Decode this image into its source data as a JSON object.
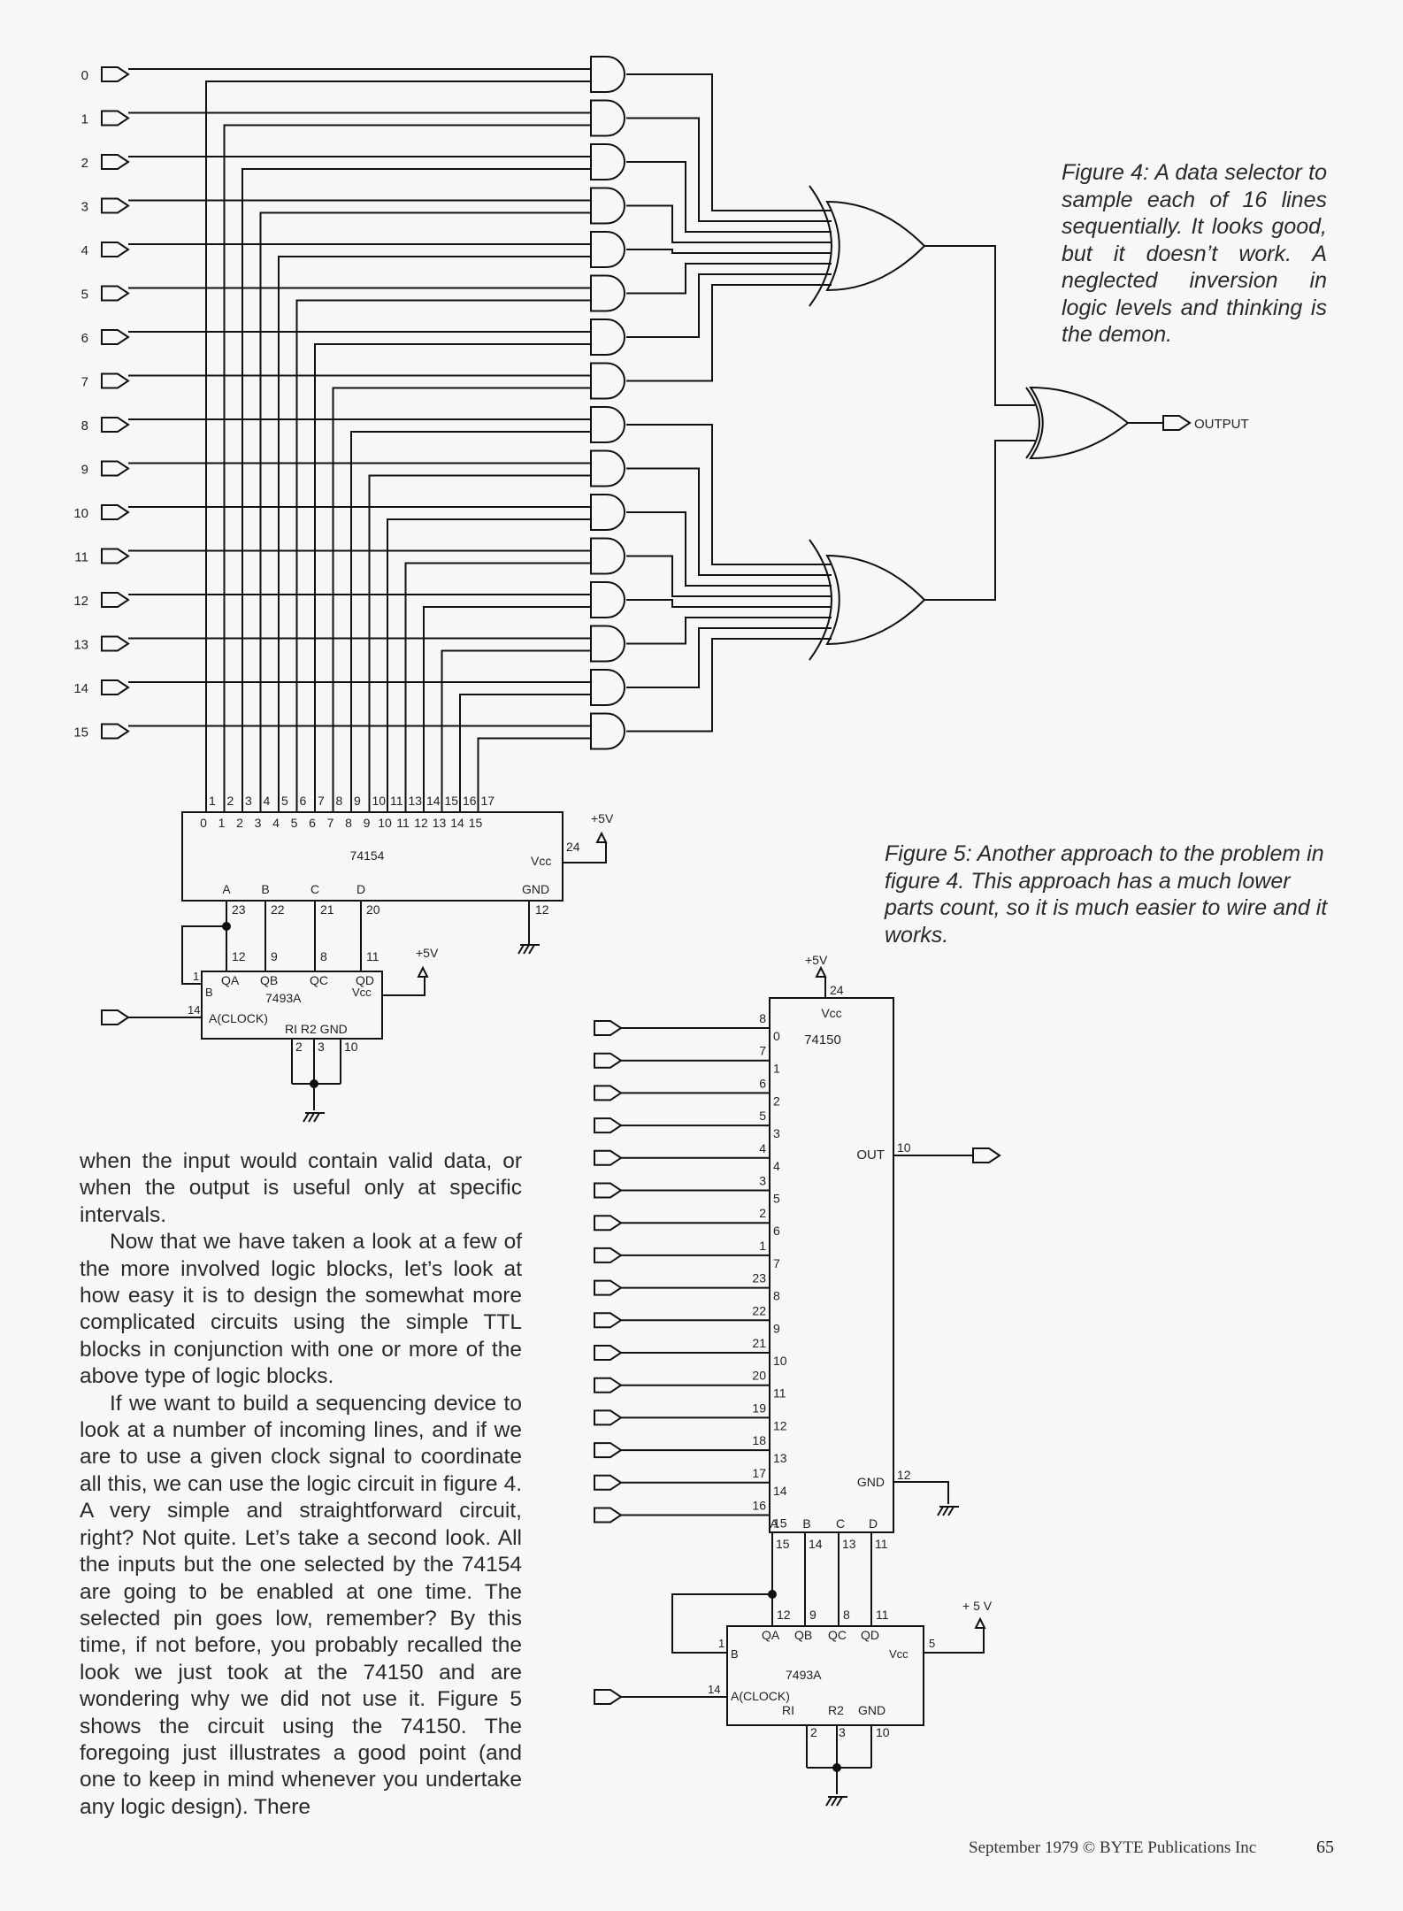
{
  "fig4": {
    "inputs": [
      "0",
      "1",
      "2",
      "3",
      "4",
      "5",
      "6",
      "7",
      "8",
      "9",
      "10",
      "11",
      "12",
      "13",
      "14",
      "15"
    ],
    "outputs_pins": [
      "1",
      "2",
      "3",
      "4",
      "5",
      "6",
      "7",
      "8",
      "9",
      "10",
      "11",
      "13",
      "14",
      "15",
      "16",
      "17"
    ],
    "decoder_outputs": [
      "0",
      "1",
      "2",
      "3",
      "4",
      "5",
      "6",
      "7",
      "8",
      "9",
      "10",
      "11",
      "12",
      "13",
      "14",
      "15"
    ],
    "ic_74154": {
      "name": "74154",
      "vcc": "Vcc",
      "vcc_pin": "24",
      "plus5": "+5V",
      "gnd": "GND",
      "gnd_pin": "12",
      "addr_labels": [
        "A",
        "B",
        "C",
        "D"
      ],
      "addr_pins": [
        "23",
        "22",
        "21",
        "20"
      ]
    },
    "ic_7493": {
      "name": "7493A",
      "pins_top": [
        "12",
        "9",
        "8",
        "11"
      ],
      "q_labels": [
        "QA",
        "QB",
        "QC",
        "QD"
      ],
      "b_label": "B",
      "b_pin": "1",
      "clock_label": "A(CLOCK)",
      "clock_pin": "14",
      "vcc": "Vcc",
      "r_label": "RI R2 GND",
      "r_pins": [
        "2",
        "3",
        "10"
      ],
      "plus5": "+5V"
    },
    "output_label": "OUTPUT"
  },
  "fig5": {
    "ic_74150": {
      "name": "74150",
      "vcc": "Vcc",
      "vcc_pin": "24",
      "plus5": "+5V",
      "out": "OUT",
      "out_pin": "10",
      "gnd": "GND",
      "gnd_pin": "12",
      "addr_labels": [
        "A",
        "B",
        "C",
        "D"
      ],
      "addr_pins": [
        "15",
        "14",
        "13",
        "11"
      ]
    },
    "input_pins": [
      "8",
      "7",
      "6",
      "5",
      "4",
      "3",
      "2",
      "1",
      "23",
      "22",
      "21",
      "20",
      "19",
      "18",
      "17",
      "16"
    ],
    "input_labels": [
      "0",
      "1",
      "2",
      "3",
      "4",
      "5",
      "6",
      "7",
      "8",
      "9",
      "10",
      "11",
      "12",
      "13",
      "14",
      "15"
    ],
    "ic_7493": {
      "name": "7493A",
      "pins_top": [
        "12",
        "9",
        "8",
        "11"
      ],
      "q_labels": [
        "QA",
        "QB",
        "QC",
        "QD"
      ],
      "b_label": "B",
      "b_pin": "1",
      "clock_label": "A(CLOCK)",
      "clock_pin": "14",
      "vcc": "Vcc",
      "vcc_pin": "5",
      "r_labels": [
        "RI",
        "R2",
        "GND"
      ],
      "r_pins": [
        "2",
        "3",
        "10"
      ],
      "plus5": "+ 5 V"
    }
  },
  "captions": {
    "fig4": "Figure 4: A data selector to sample each of 16 lines sequentially. It looks good, but it doesn’t work. A neglected inversion in logic levels and thinking is the demon.",
    "fig5": "Figure 5: Another approach to the problem in figure 4. This approach has a much lower parts count, so it is much easier to wire and it works."
  },
  "body": {
    "p1": "when the input would contain valid data, or when the output is useful only at specific intervals.",
    "p2": "Now that we have taken a look at a few of the more involved logic blocks, let’s look at how easy it is to design the somewhat more complicated circuits using the simple TTL blocks in conjunction with one or more of the above type of logic blocks.",
    "p3": "If we want to build a sequencing device to look at a number of incoming lines, and if we are to use a given clock signal to coordinate all this, we can use the logic circuit in figure 4. A very simple and straightforward circuit, right? Not quite. Let’s take a second look. All the inputs but the one selected by the 74154 are going to be enabled at one time. The selected pin goes low, remember? By this time, if not before, you probably recalled the look we just took at the 74150 and are wondering why we did not use it. Figure 5 shows the circuit using the 74150. The foregoing just illustrates a good point (and one to keep in mind whenever you undertake any logic design). There"
  },
  "footer": {
    "text": "September 1979 © BYTE Publications Inc",
    "page": "65"
  }
}
